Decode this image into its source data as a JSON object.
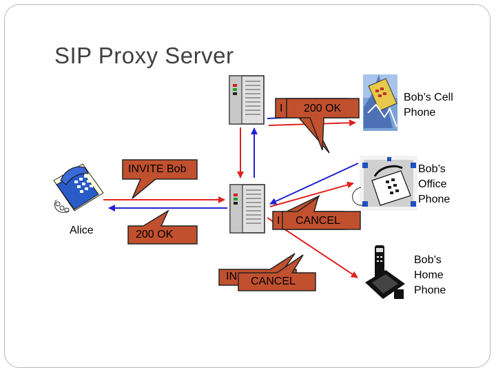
{
  "slide": {
    "title": "SIP Proxy Server"
  },
  "devices": {
    "alice": "Alice",
    "cell_phone": "Bob’s Cell Phone",
    "office_phone": "Bob’s Office Phone",
    "home_phone": "Bob’s Home Phone"
  },
  "messages": {
    "invite_bob": "INVITE Bob",
    "ok_alice": "200 OK",
    "ok_cell": "200 OK",
    "invite_cell_partial": "I",
    "invite_office_partial": "I",
    "cancel_office": "CANCEL",
    "invite_home_partial": "IN",
    "cancel_home": "CANCEL"
  },
  "colors": {
    "callout_fill": "#c1502e",
    "arrow_red": "#e02020",
    "arrow_blue": "#2020d0",
    "server_gray": "#d6d6d6"
  }
}
